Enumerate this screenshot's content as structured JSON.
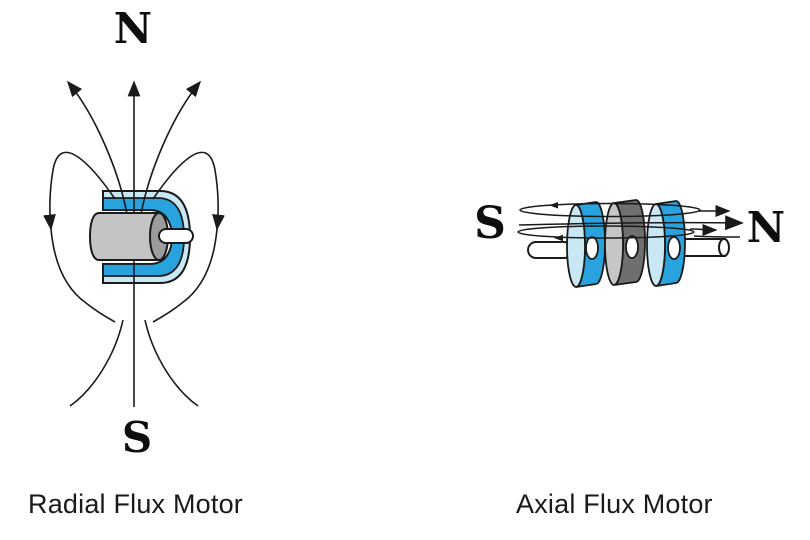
{
  "diagrams": {
    "radial": {
      "caption": "Radial Flux Motor",
      "pole_top": "N",
      "pole_bottom": "S"
    },
    "axial": {
      "caption": "Axial Flux Motor",
      "pole_left": "S",
      "pole_right": "N"
    }
  },
  "colors": {
    "background": "#ffffff",
    "line": "#1a1a1a",
    "accent_blue": "#29a3dd",
    "light_cyan": "#c9e8f4",
    "rotor_gray": "#c4c4c4",
    "rotor_gray_dark": "#9c9c9c",
    "disk_gray_light": "#c6c6c6",
    "disk_gray_dark": "#6f6f6f",
    "shaft_white": "#ffffff"
  }
}
